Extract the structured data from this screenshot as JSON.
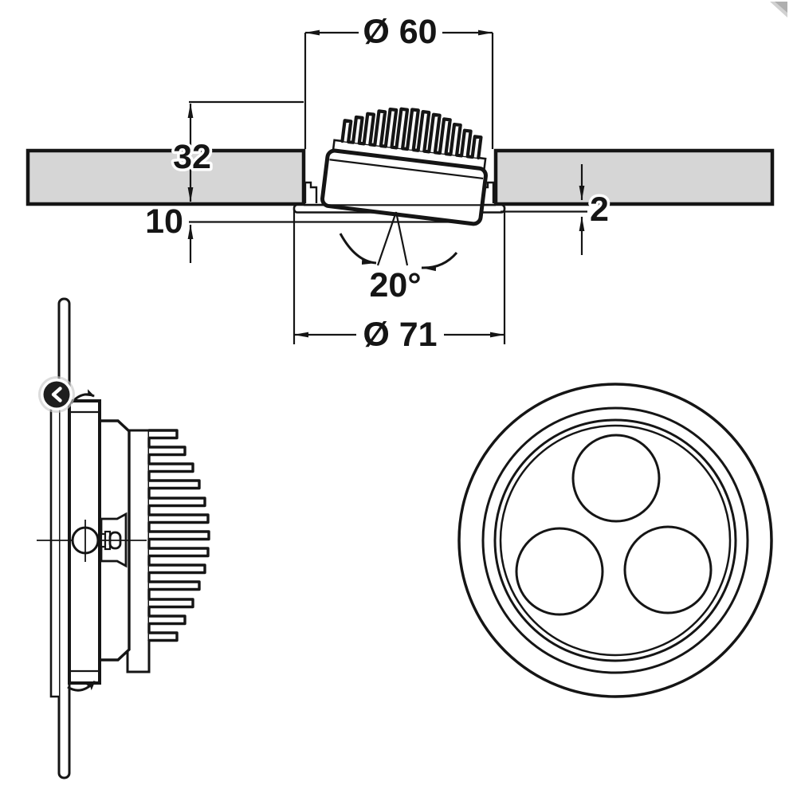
{
  "figure": {
    "title": "Recessed swivel LED downlight dimension drawing",
    "colors": {
      "line": "#151515",
      "panel_fill": "#d6d6d6",
      "background": "#ffffff",
      "badge_fill": "#1e1e1e",
      "badge_glyph": "#ffffff"
    },
    "section_view": {
      "dimensions": {
        "cutout_diameter": "Ø 60",
        "recess_depth": "32",
        "protrusion_depth": "10",
        "trim_lip_height": "2",
        "swivel_angle": "20°",
        "trim_diameter": "Ø 71"
      }
    },
    "side_view": {
      "description": "luminaire side elevation with heatsink fins"
    },
    "front_view": {
      "led_count": "3"
    },
    "carousel": {
      "prev_icon": "chevron-left"
    }
  }
}
